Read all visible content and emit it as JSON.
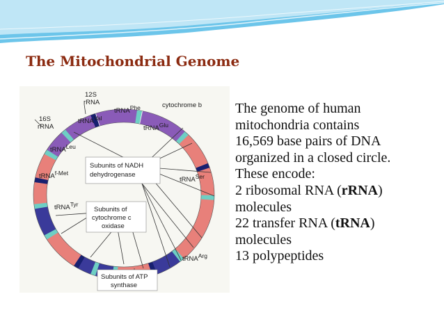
{
  "slide": {
    "title": "The Mitochondrial Genome",
    "accent_color": "#8b2a10",
    "header_color": "#6cc5ea"
  },
  "diagram": {
    "labels": {
      "r12s_a": "12S",
      "r12s_b": "rRNA",
      "r16s_a": "16S",
      "r16s_b": "rRNA",
      "phe_a": "tRNA",
      "phe_b": "Phe",
      "val_a": "tRNA",
      "val_b": "Val",
      "cytb": "cytochrome b",
      "glu_a": "tRNA",
      "glu_b": "Glu",
      "leu_a": "tRNA",
      "leu_b": "Leu",
      "fmet_a": "tRNA",
      "fmet_b": "f-Met",
      "nadh_a": "Subunits of NADH",
      "nadh_b": "dehydrogenase",
      "ser_a": "tRNA",
      "ser_b": "Ser",
      "tyr_a": "tRNA",
      "tyr_b": "Tyr",
      "cox_a": "Subunits of",
      "cox_b": "cytochrome c",
      "cox_c": "oxidase",
      "arg_a": "tRNA",
      "arg_b": "Arg",
      "atp_a": "Subunits of ATP",
      "atp_b": "synthase"
    },
    "colors": {
      "rrna": "#8a5bb8",
      "protein": "#e8807a",
      "noncoding": "#3a3a9a",
      "trna": "#6ecfc4",
      "dark": "#182070"
    }
  },
  "text": {
    "l1": "The genome of human",
    "l2": "mitochondria contains",
    "l3": "16,569 base pairs of DNA",
    "l4": "organized in a closed circle.",
    "l5": "These encode:",
    "l6_pre": "2 ribosomal RNA (",
    "l6_bold": "rRNA",
    "l6_post": ")",
    "l7": "molecules",
    "l8_pre": "22 transfer RNA (",
    "l8_bold": "tRNA",
    "l8_post": ")",
    "l9": "molecules",
    "l10": "13 polypeptides"
  }
}
